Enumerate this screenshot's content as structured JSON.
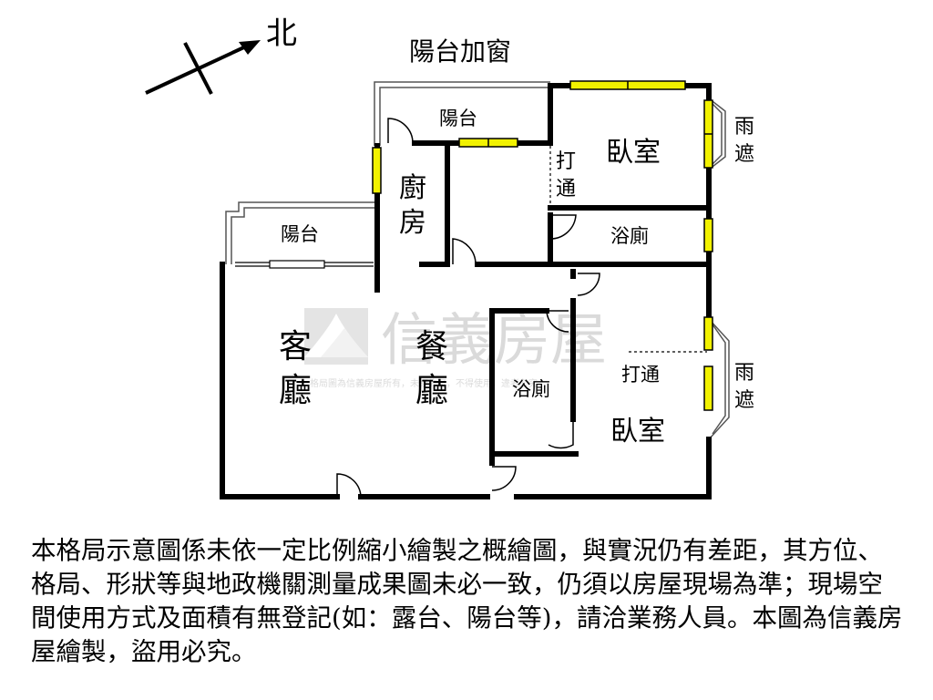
{
  "compass": {
    "north_label": "北"
  },
  "plan": {
    "balcony_window_label": "陽台加窗",
    "kitchen_balcony": "陽台",
    "living_balcony": "陽台",
    "kitchen": "廚\n房",
    "kitchen_line1": "廚",
    "kitchen_line2": "房",
    "open_wall_1_line1": "打",
    "open_wall_1_line2": "通",
    "bedroom_top": "臥室",
    "bathroom_top": "浴廁",
    "awning_top_line1": "雨",
    "awning_top_line2": "遮",
    "living_line1": "客",
    "living_line2": "廳",
    "dining_line1": "餐",
    "dining_line2": "廳",
    "bathroom_center": "浴廁",
    "open_wall_2": "打通",
    "bedroom_bottom": "臥室",
    "awning_bottom_line1": "雨",
    "awning_bottom_line2": "遮"
  },
  "watermark": {
    "brand": "信義房屋",
    "notice": "格局圖為信義房屋所有，未經許可，不得使用，違者必究"
  },
  "colors": {
    "wall": "#000000",
    "window": "#f2f200",
    "watermark": "#bdbdbd"
  },
  "disclaimer": "本格局示意圖係未依一定比例縮小繪製之概繪圖，與實況仍有差距，其方位、格局、形狀等與地政機關測量成果圖未必一致，仍須以房屋現場為準；現場空間使用方式及面積有無登記(如：露台、陽台等)，請洽業務人員。本圖為信義房屋繪製，盜用必究。"
}
